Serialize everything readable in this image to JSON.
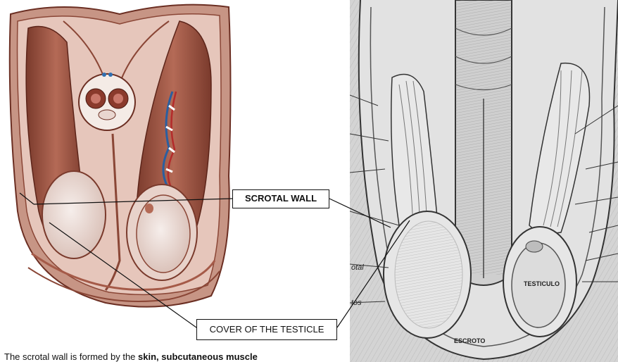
{
  "labels": {
    "scrotal_wall": "SCROTAL WALL",
    "cover_of_testicle": "COVER OF THE TESTICLE"
  },
  "right_figure": {
    "testicle_label": "TESTICULO",
    "scrotum_label": "ESCROTO",
    "side_label_1": "otal",
    "side_label_2": "tos"
  },
  "caption": {
    "part1": "The scrotal wall is formed by the",
    "part2": "skin, subcutaneous muscle"
  },
  "colors": {
    "muscle": "#a55a48",
    "muscle_dark": "#7a3a2c",
    "skin": "#e9c9bd",
    "engraving_bg": "#d6d6d6",
    "engraving_dark": "#4a4a4a"
  }
}
